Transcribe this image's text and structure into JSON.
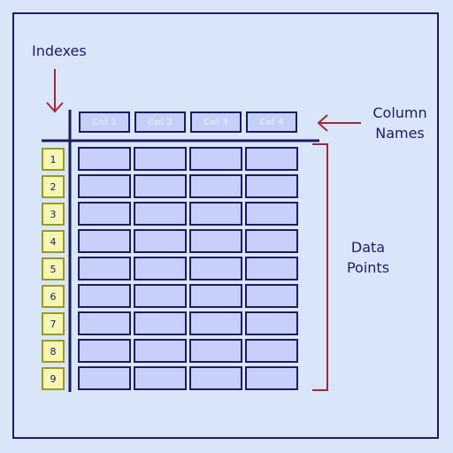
{
  "labels": {
    "indexes": "Indexes",
    "column_names_line1": "Column",
    "column_names_line2": "Names",
    "data_points_line1": "Data",
    "data_points_line2": "Points"
  },
  "columns": [
    "Col 1",
    "Col 2",
    "Col 3",
    "Col 4"
  ],
  "indexes": [
    "1",
    "2",
    "3",
    "4",
    "5",
    "6",
    "7",
    "8",
    "9"
  ],
  "colors": {
    "background": "#d9e6fa",
    "ink": "#1b1d5c",
    "arrow": "#9b2b3a",
    "cell_fill": "#c6d0fa",
    "index_fill": "#f6f6b4",
    "index_border": "#9a9a1e"
  }
}
